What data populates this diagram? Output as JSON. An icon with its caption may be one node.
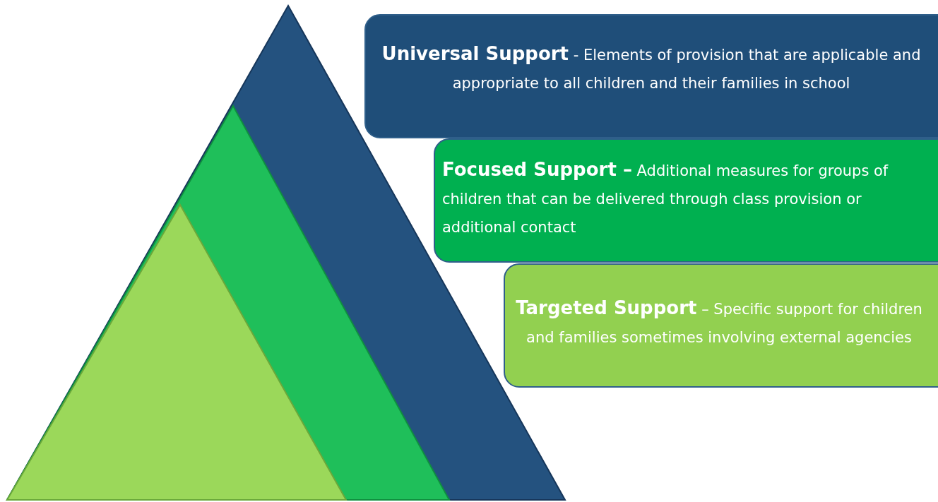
{
  "diagram": {
    "nodes": [
      {
        "text": [
          "**Universal Support** - Elements of provision that are applicable and appropriate to all children and their families in school"
        ]
      },
      {
        "text": [
          "**Focused Support –** Additional measures for groups of children that can be delivered through class provision or additional contact"
        ]
      },
      {
        "text": [
          "**Targeted Support** – Specific support for children and families sometimes involving external agencies"
        ]
      }
    ],
    "edges": []
  }
}
